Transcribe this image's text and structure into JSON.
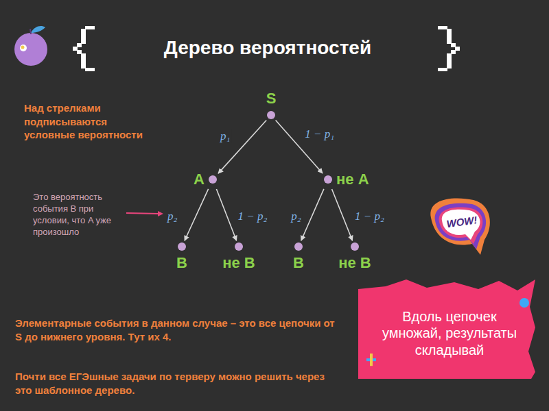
{
  "diagram": {
    "title": "Дерево вероятностей",
    "nodes": [
      {
        "text": [
          "S"
        ]
      },
      {
        "text": [
          "A"
        ]
      },
      {
        "text": [
          "не A"
        ]
      },
      {
        "text": [
          "B"
        ]
      },
      {
        "text": [
          "не B"
        ]
      },
      {
        "text": [
          "B"
        ]
      },
      {
        "text": [
          "не B"
        ]
      },
      {
        "text": [
          "Вдоль цепочек умножай, результаты складывай"
        ]
      }
    ],
    "edges": [
      {
        "from": 0,
        "to": 1,
        "label": "p₁",
        "arrow": "to"
      },
      {
        "from": 0,
        "to": 2,
        "label": "1 − p₁",
        "arrow": "to"
      },
      {
        "from": 1,
        "to": 3,
        "label": "p₂",
        "arrow": "to"
      },
      {
        "from": 1,
        "to": 4,
        "label": "1 − p₂",
        "arrow": "to"
      },
      {
        "from": 2,
        "to": 5,
        "label": "p₂",
        "arrow": "to"
      },
      {
        "from": 2,
        "to": 6,
        "label": "1 − p₂",
        "arrow": "to"
      }
    ],
    "labels": [
      "Над стрелками подписываются условные вероятности",
      "Это вероятность события B при условии, что A уже произошло",
      "Элементарные события в данном случае – это все цепочки от S до нижнего уровня. Тут их 4.",
      "Почти все ЕГЭшные задачи по терверу можно решить через это шаблонное дерево.",
      "WOW!"
    ]
  }
}
